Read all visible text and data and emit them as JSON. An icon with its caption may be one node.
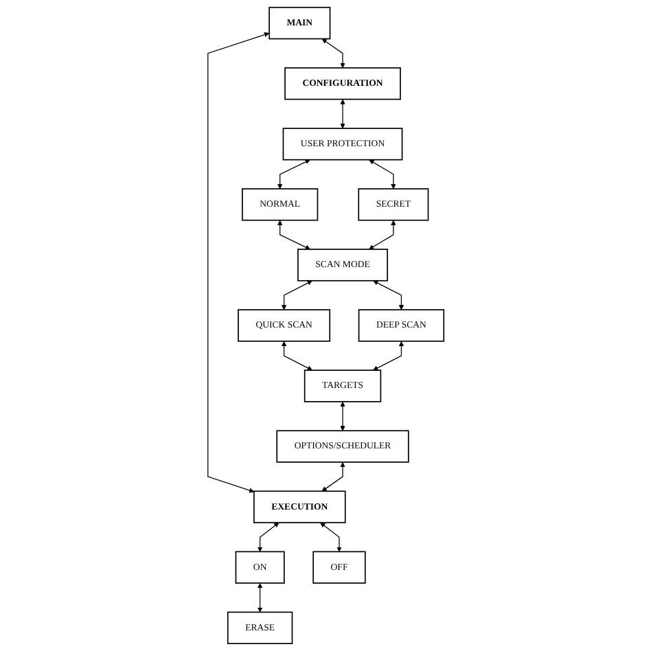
{
  "diagram": {
    "nodes": [
      {
        "text": [
          "MAIN"
        ]
      },
      {
        "text": [
          "CONFIGURATION"
        ]
      },
      {
        "text": [
          "USER PROTECTION"
        ]
      },
      {
        "text": [
          "NORMAL"
        ]
      },
      {
        "text": [
          "SECRET"
        ]
      },
      {
        "text": [
          "SCAN MODE"
        ]
      },
      {
        "text": [
          "QUICK SCAN"
        ]
      },
      {
        "text": [
          "DEEP SCAN"
        ]
      },
      {
        "text": [
          "TARGETS"
        ]
      },
      {
        "text": [
          "OPTIONS/SCHEDULER"
        ]
      },
      {
        "text": [
          "EXECUTION"
        ]
      },
      {
        "text": [
          "ON"
        ]
      },
      {
        "text": [
          "OFF"
        ]
      },
      {
        "text": [
          "ERASE"
        ]
      }
    ],
    "edges": [
      {
        "from": 0,
        "to": 1,
        "arrow": "both"
      },
      {
        "from": 1,
        "to": 2,
        "arrow": "both"
      },
      {
        "from": 2,
        "to": 3,
        "arrow": "both"
      },
      {
        "from": 2,
        "to": 4,
        "arrow": "both"
      },
      {
        "from": 3,
        "to": 5,
        "arrow": "both"
      },
      {
        "from": 4,
        "to": 5,
        "arrow": "both"
      },
      {
        "from": 5,
        "to": 6,
        "arrow": "both"
      },
      {
        "from": 5,
        "to": 7,
        "arrow": "both"
      },
      {
        "from": 6,
        "to": 8,
        "arrow": "both"
      },
      {
        "from": 7,
        "to": 8,
        "arrow": "both"
      },
      {
        "from": 8,
        "to": 9,
        "arrow": "both"
      },
      {
        "from": 0,
        "to": 10,
        "arrow": "both"
      },
      {
        "from": 9,
        "to": 10,
        "arrow": "both"
      },
      {
        "from": 10,
        "to": 11,
        "arrow": "both"
      },
      {
        "from": 10,
        "to": 12,
        "arrow": "both"
      },
      {
        "from": 11,
        "to": 13,
        "arrow": "both"
      }
    ]
  }
}
